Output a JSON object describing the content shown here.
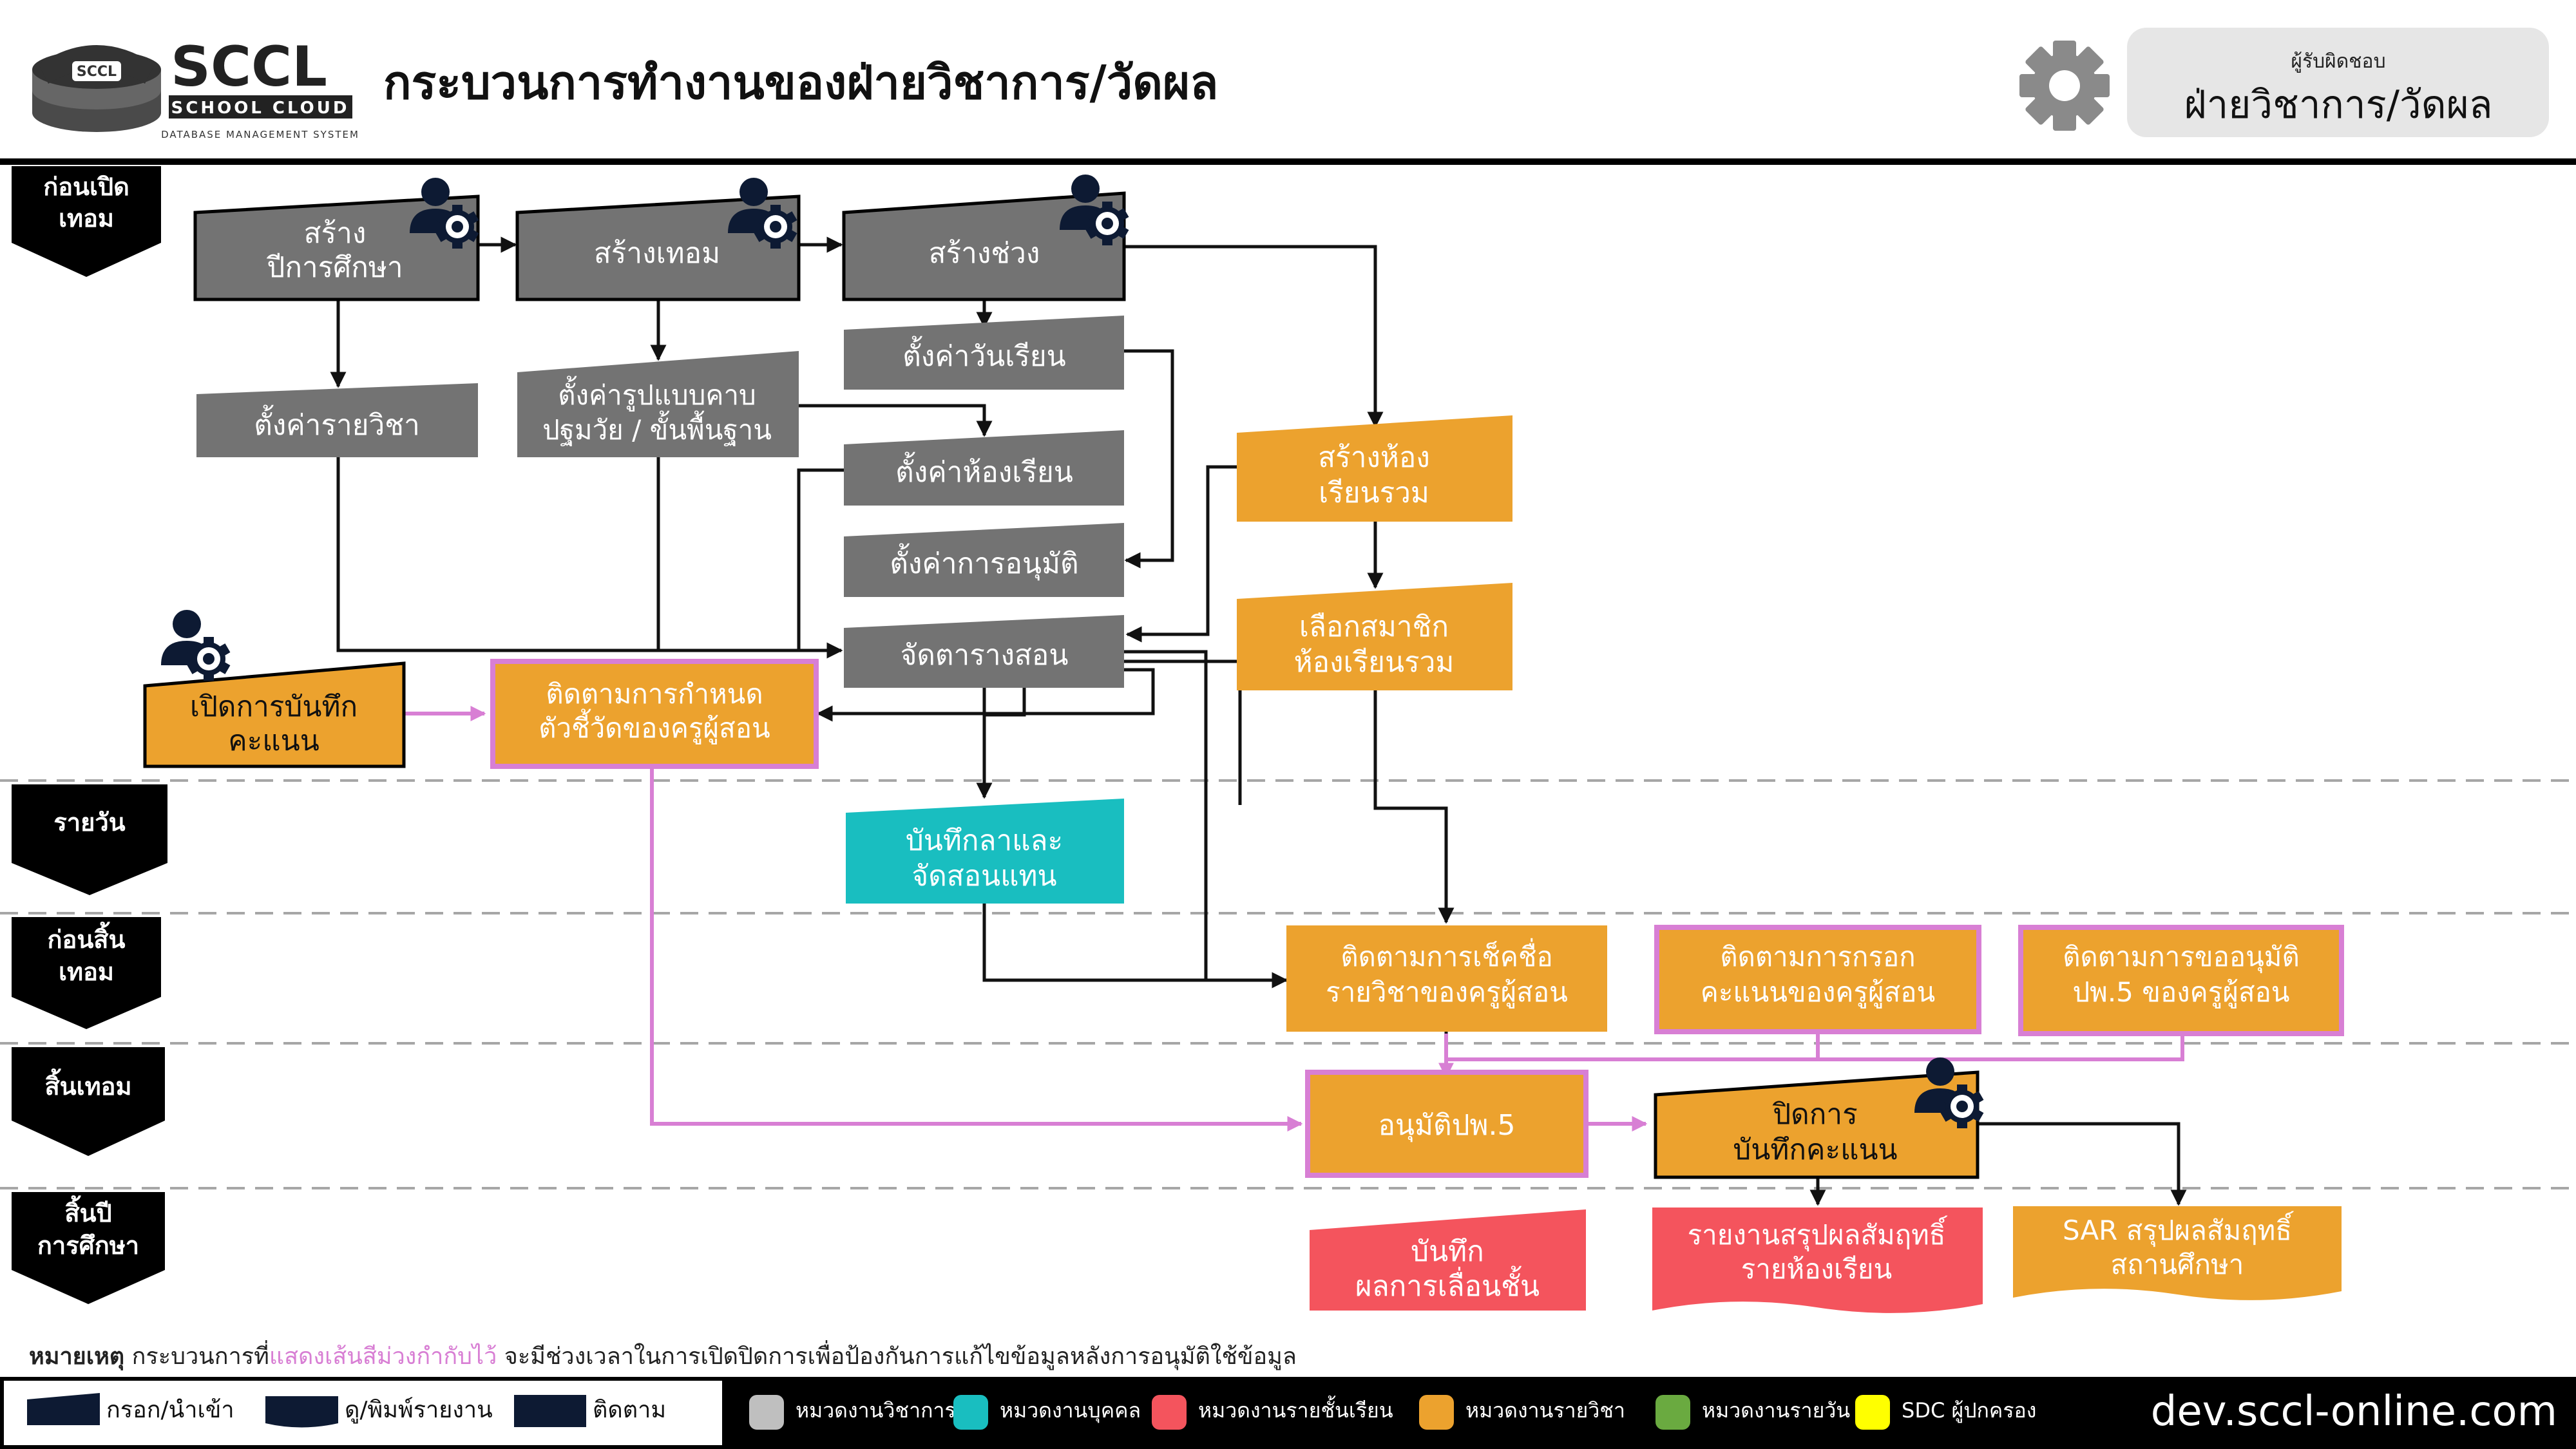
{
  "header": {
    "logo_badge": "SCCL",
    "logo_name": "SCCL",
    "logo_sub": "SCHOOL CLOUD",
    "logo_tag": "DATABASE MANAGEMENT SYSTEM",
    "title": "กระบวนการทำงานของฝ่ายวิชาการ/วัดผล",
    "owner_label": "ผู้รับผิดชอบ",
    "owner_value": "ฝ่ายวิชาการ/วัดผล"
  },
  "colors": {
    "gray": "#737373",
    "orange": "#ECA22E",
    "teal": "#19BEC0",
    "red": "#F4545D",
    "purple": "#D87FD4",
    "green": "#6AAA40",
    "yellow": "#FFFF00",
    "navy": "#0D1A33"
  },
  "lanes": {
    "pre_term": [
      "ก่อนเปิด",
      "เทอม"
    ],
    "daily": [
      "รายวัน"
    ],
    "pre_end": [
      "ก่อนสิ้น",
      "เทอม"
    ],
    "term_end": [
      "สิ้นเทอม"
    ],
    "year_end": [
      "สิ้นปี",
      "การศึกษา"
    ]
  },
  "nodes": {
    "create_year": [
      "สร้าง",
      "ปีการศึกษา"
    ],
    "create_term": [
      "สร้างเทอม"
    ],
    "create_period": [
      "สร้างช่วง"
    ],
    "set_subject": [
      "ตั้งค่ารายวิชา"
    ],
    "set_template": [
      "ตั้งค่ารูปแบบคาบ",
      "ปฐมวัย / ขั้นพื้นฐาน"
    ],
    "set_school_day": [
      "ตั้งค่าวันเรียน"
    ],
    "set_classroom": [
      "ตั้งค่าห้องเรียน"
    ],
    "set_approval": [
      "ตั้งค่าการอนุมัติ"
    ],
    "schedule": [
      "จัดตารางสอน"
    ],
    "create_joint_room": [
      "สร้างห้อง",
      "เรียนรวม"
    ],
    "select_members": [
      "เลือกสมาชิก",
      "ห้องเรียนรวม"
    ],
    "open_grading": [
      "เปิดการบันทึก",
      "คะแนน"
    ],
    "track_indicators": [
      "ติดตามการกำหนด",
      "ตัวชี้วัดของครูผู้สอน"
    ],
    "leave_sub": [
      "บันทึกลาและ",
      "จัดสอนแทน"
    ],
    "track_attendance": [
      "ติดตามการเช็คชื่อ",
      "รายวิชาของครูผู้สอน"
    ],
    "track_scores": [
      "ติดตามการกรอก",
      "คะแนนของครูผู้สอน"
    ],
    "track_pp5": [
      "ติดตามการขออนุมัติ",
      "ปพ.5 ของครูผู้สอน"
    ],
    "approve_pp5": [
      "อนุมัติปพ.5"
    ],
    "close_grading": [
      "ปิดการ",
      "บันทึกคะแนน"
    ],
    "promotion_record": [
      "บันทึก",
      "ผลการเลื่อนชั้น"
    ],
    "class_report": [
      "รายงานสรุปผลสัมฤทธิ์",
      "รายห้องเรียน"
    ],
    "sar_report": [
      "SAR สรุปผลสัมฤทธิ์",
      "สถานศึกษา"
    ]
  },
  "note": {
    "prefix": "หมายเหตุ",
    "part1": " กระบวนการที่",
    "highlight": "แสดงเส้นสีม่วงกำกับไว้",
    "part2": " จะมีช่วงเวลาในการเปิดปิดการเพื่อป้องกันการแก้ไขข้อมูลหลังการอนุมัติใช้ข้อมูล"
  },
  "legend": {
    "shapes": [
      "กรอก/นำเข้า",
      "ดู/พิมพ์รายงาน",
      "ติดตาม"
    ],
    "categories": [
      "หมวดงานวิชาการ",
      "หมวดงานบุคคล",
      "หมวดงานรายชั้นเรียน",
      "หมวดงานรายวิชา",
      "หมวดงานรายวัน",
      "SDC ผู้ปกครอง"
    ],
    "site": "dev.sccl-online.com"
  }
}
